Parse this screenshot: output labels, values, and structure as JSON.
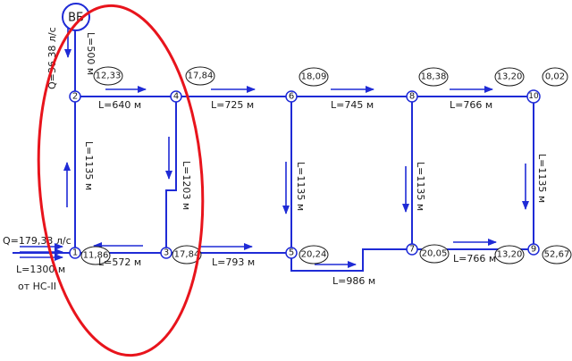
{
  "tower": "ВБ",
  "tower_flow": "Q=36,38 л/с",
  "tower_length": "L=500 м",
  "inlet_flow": "Q=179,33 л/с",
  "inlet_length": "L=1300 м",
  "inlet_source": "от НС-II",
  "nodes": [
    {
      "id": "1",
      "value": "11,86"
    },
    {
      "id": "2",
      "value": "12,33"
    },
    {
      "id": "3",
      "value": "17,84"
    },
    {
      "id": "4",
      "value": "17,84"
    },
    {
      "id": "5",
      "value": "20,24"
    },
    {
      "id": "6",
      "value": "18,09"
    },
    {
      "id": "7",
      "value": "20,05"
    },
    {
      "id": "8",
      "value": "18,38"
    },
    {
      "id": "9",
      "value": "13,20"
    },
    {
      "id": "10",
      "value": "0,02"
    }
  ],
  "value_9_extra": "52,67",
  "value_10_extra": "13,20",
  "pipes": [
    {
      "label": "L=640 м"
    },
    {
      "label": "L=725 м"
    },
    {
      "label": "L=745 м"
    },
    {
      "label": "L=766 м"
    },
    {
      "label": "L=1135 м"
    },
    {
      "label": "L=1203 м"
    },
    {
      "label": "L=1135 м"
    },
    {
      "label": "L=1135 м"
    },
    {
      "label": "L=1135 м"
    },
    {
      "label": "L=572 м"
    },
    {
      "label": "L=793 м"
    },
    {
      "label": "L=986 м"
    },
    {
      "label": "L=766 м"
    }
  ]
}
